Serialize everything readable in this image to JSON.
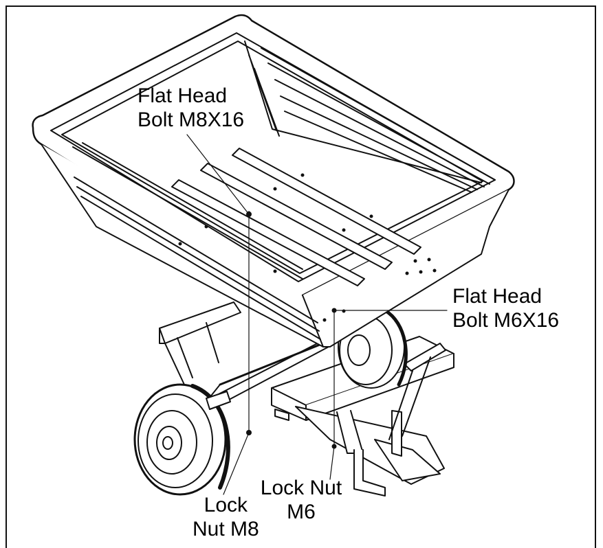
{
  "colors": {
    "line": "#111111",
    "background": "#ffffff"
  },
  "labels": {
    "flat_head_m8": {
      "line1": "Flat Head",
      "line2": "Bolt M8X16"
    },
    "flat_head_m6": {
      "line1": "Flat Head",
      "line2": "Bolt M6X16"
    },
    "lock_nut_m8": {
      "line1": "Lock",
      "line2": "Nut M8"
    },
    "lock_nut_m6": {
      "line1": "Lock Nut",
      "line2": "M6"
    }
  }
}
